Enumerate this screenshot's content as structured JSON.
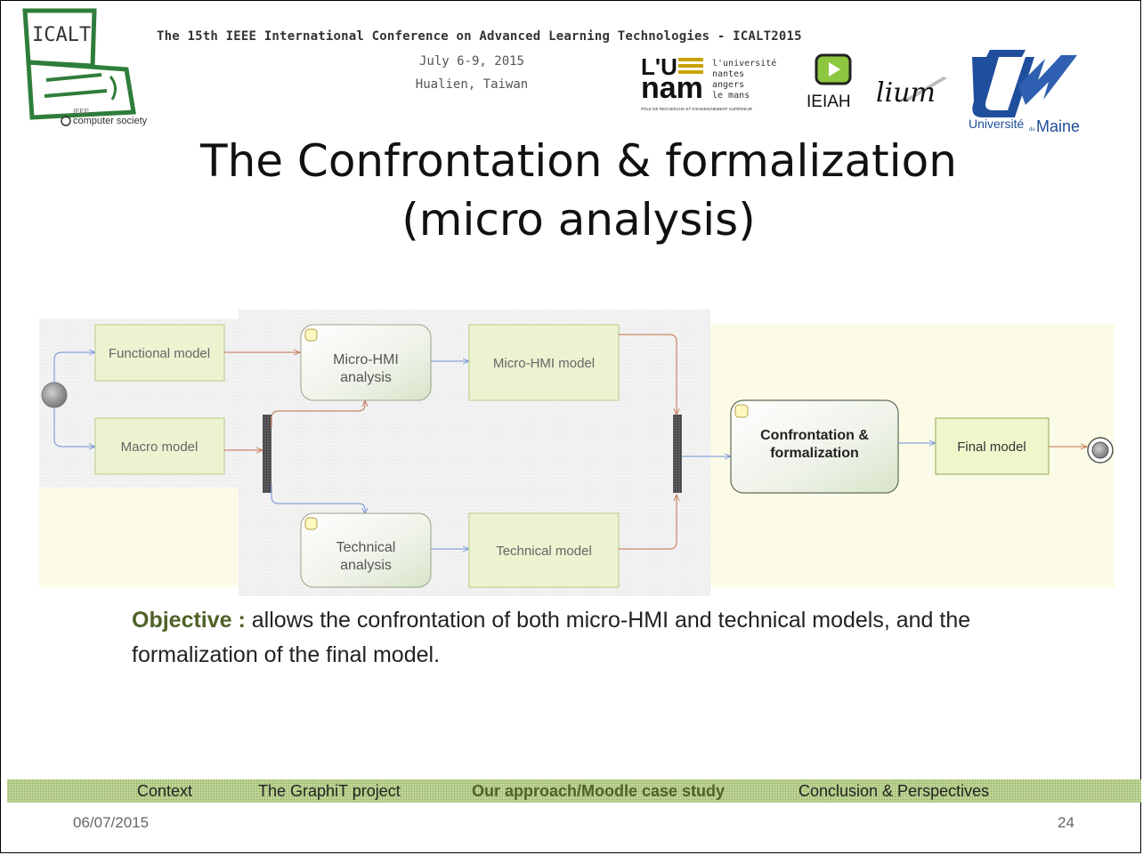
{
  "header": {
    "conference_title": "The 15th IEEE International Conference on Advanced Learning Technologies - ICALT2015",
    "dates": "July 6-9, 2015",
    "location": "Hualien, Taiwan"
  },
  "logos": {
    "icalt": {
      "text": "ICALT",
      "ieee": "IEEE",
      "society": "computer society"
    },
    "lunam": {
      "big1": "L'U",
      "big2": "nam",
      "small1": "l'université",
      "small2": "nantes",
      "small3": "angers",
      "small4": "le mans",
      "tag": "PÔLE DE RECHERCHE ET D'ENSEIGNEMENT SUPÉRIEUR"
    },
    "ieiah": {
      "text": "IEIAH"
    },
    "lium": {
      "text": "lium"
    },
    "maine": {
      "text1": "Université",
      "text2": "du",
      "text3": "Maine"
    }
  },
  "title": {
    "line1": "The Confrontation & formalization",
    "line2": "(micro analysis)"
  },
  "diagram": {
    "nodes": {
      "functional_model": "Functional model",
      "macro_model": "Macro model",
      "micro_hmi_analysis": [
        "Micro-HMI",
        "analysis"
      ],
      "micro_hmi_model": "Micro-HMI model",
      "technical_analysis": [
        "Technical",
        "analysis"
      ],
      "technical_model": "Technical model",
      "confrontation": [
        "Confrontation &",
        "formalization"
      ],
      "final_model": "Final model"
    },
    "colors": {
      "model_fill": "#ebf3d0",
      "model_border": "#b8cc86",
      "activity_fill": "#e8eee0",
      "flow_blue": "#6c8fd6",
      "flow_orange": "#c0704a",
      "bar": "#555555"
    }
  },
  "objective": {
    "label": "Objective :",
    "text": " allows the confrontation of both micro-HMI and technical models, and the formalization of the final model."
  },
  "footer": {
    "nav": [
      "Context",
      "The GraphiT project",
      "Our approach/Moodle case study",
      "Conclusion & Perspectives"
    ],
    "active_index": 2,
    "date": "06/07/2015",
    "page": "24"
  }
}
